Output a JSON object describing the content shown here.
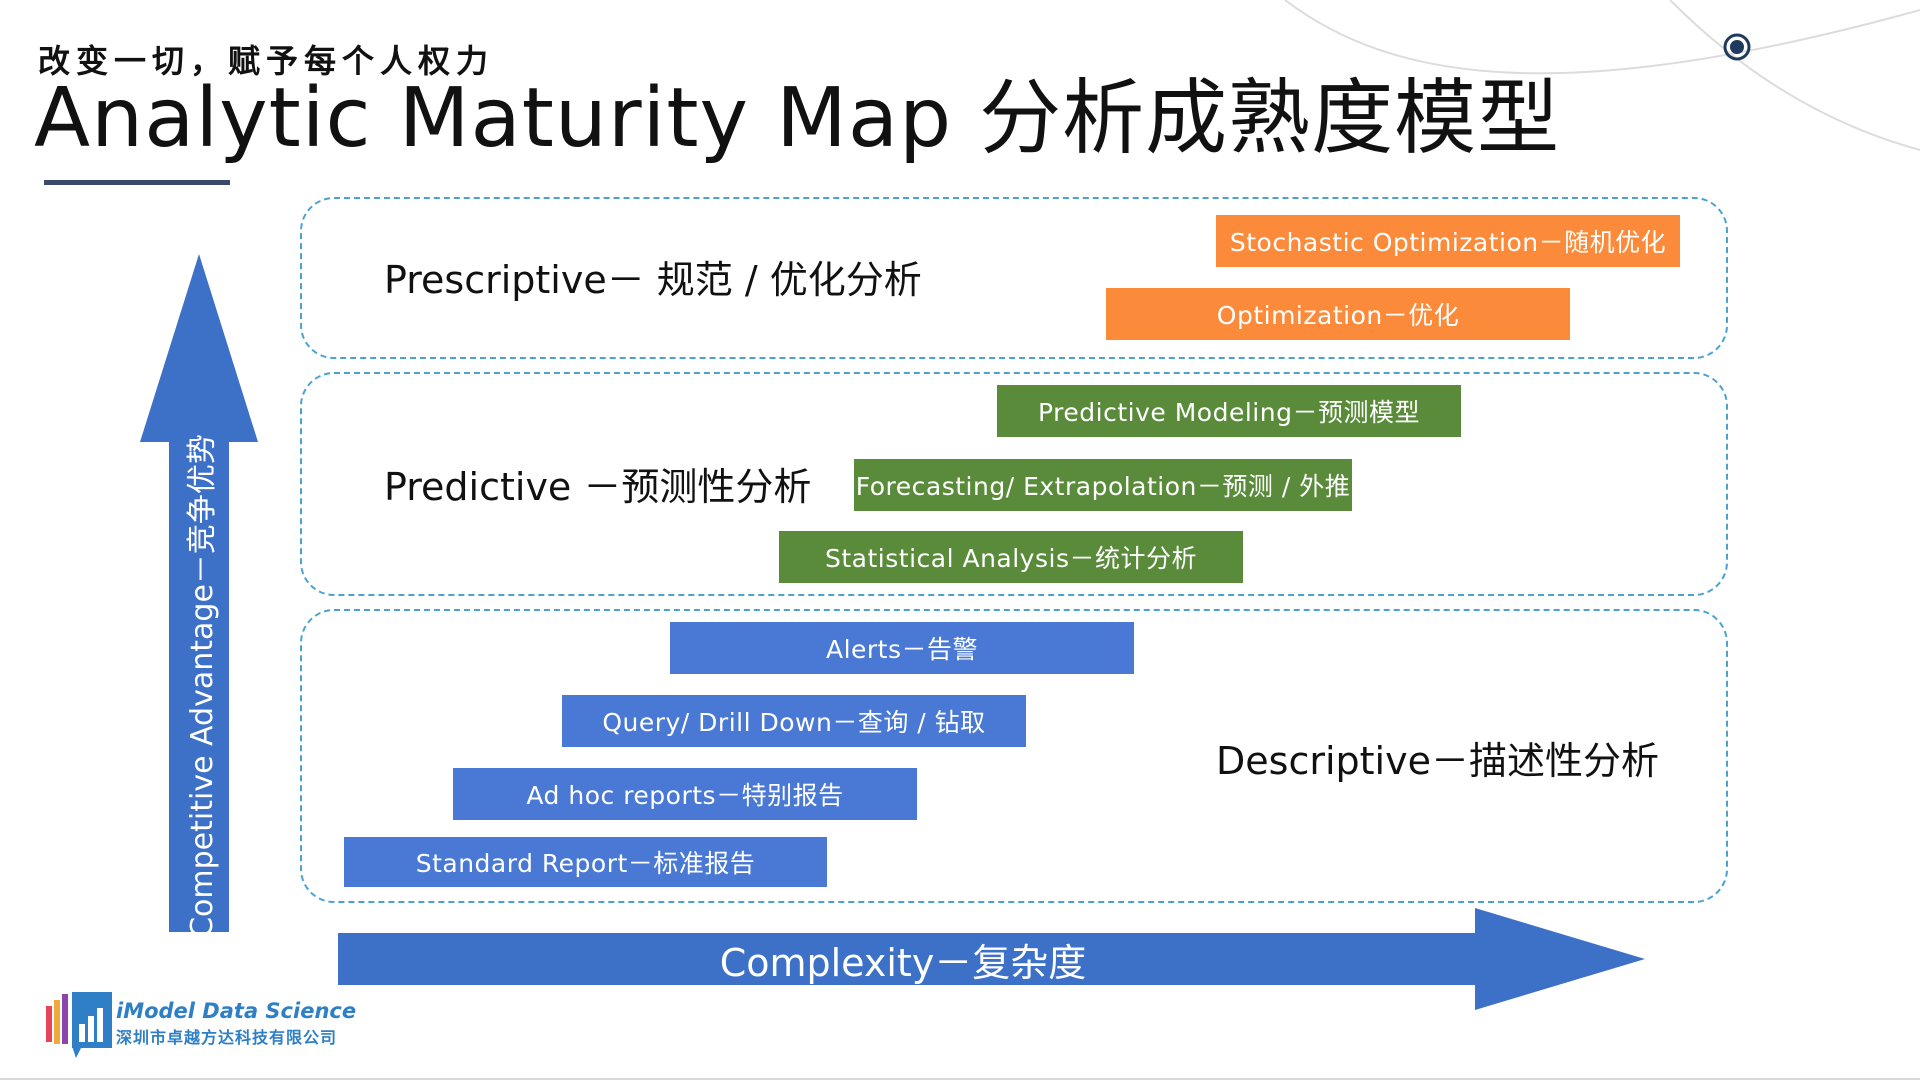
{
  "header": {
    "slogan": "改变一切，赋予每个人权力",
    "title": "Analytic Maturity Map 分析成熟度模型"
  },
  "groups": {
    "prescriptive": {
      "label": "Prescriptive－ 规范 / 优化分析",
      "items": [
        "Stochastic Optimization－随机优化",
        "Optimization－优化"
      ]
    },
    "predictive": {
      "label": "Predictive －预测性分析",
      "items": [
        "Predictive Modeling－预测模型",
        "Forecasting/ Extrapolation－预测 / 外推",
        "Statistical Analysis－统计分析"
      ]
    },
    "descriptive": {
      "label": "Descriptive－描述性分析",
      "items": [
        "Alerts－告警",
        "Query/ Drill Down－查询 / 钻取",
        "Ad hoc reports－特别报告",
        "Standard Report－标准报告"
      ]
    }
  },
  "axes": {
    "vertical": "Competitive Advantage－竞争优势",
    "horizontal": "Complexity－复杂度"
  },
  "brand": {
    "name": "iModel Data Science",
    "company": "深圳市卓越方达科技有限公司"
  },
  "colors": {
    "prescriptive": "#fb8b3a",
    "predictive": "#5a8b3a",
    "descriptive": "#4979d4",
    "arrow": "#3d70c7",
    "border": "#4aa3cf"
  }
}
